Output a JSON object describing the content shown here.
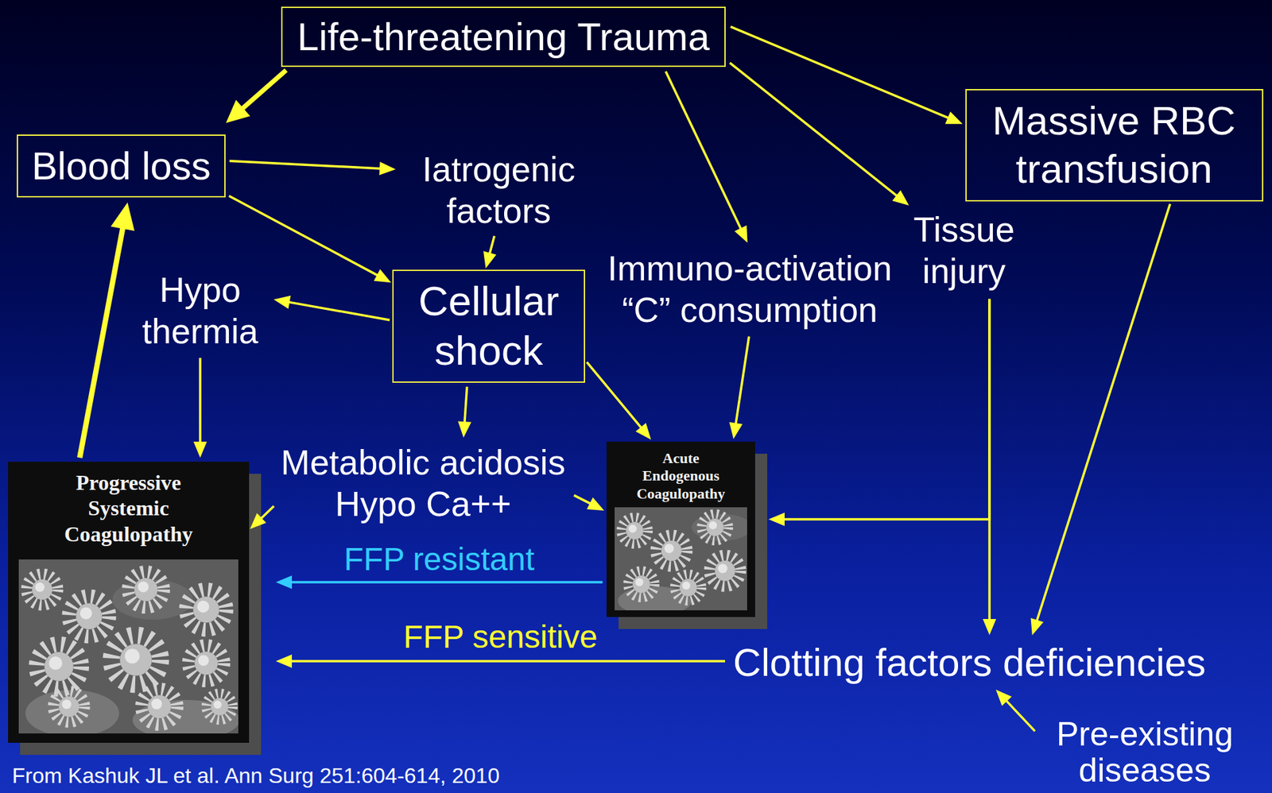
{
  "diagram": {
    "caption": "From Kashuk JL et al. Ann Surg 251:604-614, 2010",
    "nodes": [
      {
        "text": [
          "Life-threatening Trauma"
        ]
      },
      {
        "text": [
          "Blood loss"
        ]
      },
      {
        "text": [
          "Iatrogenic factors"
        ]
      },
      {
        "text": [
          "Massive RBC transfusion"
        ]
      },
      {
        "text": [
          "Immuno-activation “C” consumption"
        ]
      },
      {
        "text": [
          "Tissue injury"
        ]
      },
      {
        "text": [
          "Hypo thermia"
        ]
      },
      {
        "text": [
          "Cellular shock"
        ]
      },
      {
        "text": [
          "Metabolic acidosis Hypo Ca++"
        ]
      },
      {
        "text": [
          "Progressive Systemic Coagulopathy"
        ]
      },
      {
        "text": [
          "Acute Endogenous Coagulopathy"
        ]
      },
      {
        "text": [
          "Clotting factors deficiencies"
        ]
      },
      {
        "text": [
          "Pre-existing diseases"
        ]
      }
    ],
    "edges": [
      {
        "from": 0,
        "to": 1,
        "arrow": "to"
      },
      {
        "from": 0,
        "to": 4,
        "arrow": "to"
      },
      {
        "from": 0,
        "to": 5,
        "arrow": "to"
      },
      {
        "from": 0,
        "to": 3,
        "arrow": "to"
      },
      {
        "from": 1,
        "to": 2,
        "arrow": "to"
      },
      {
        "from": 1,
        "to": 7,
        "arrow": "to"
      },
      {
        "from": 2,
        "to": 7,
        "arrow": "to"
      },
      {
        "from": 7,
        "to": 6,
        "arrow": "to"
      },
      {
        "from": 6,
        "to": 9,
        "arrow": "to"
      },
      {
        "from": 7,
        "to": 8,
        "arrow": "to"
      },
      {
        "from": 8,
        "to": 9,
        "arrow": "to"
      },
      {
        "from": 8,
        "to": 10,
        "arrow": "to"
      },
      {
        "from": 7,
        "to": 10,
        "arrow": "to"
      },
      {
        "from": 4,
        "to": 10,
        "arrow": "to"
      },
      {
        "from": 5,
        "to": 10,
        "arrow": "to"
      },
      {
        "from": 5,
        "to": 11,
        "arrow": "to"
      },
      {
        "from": 3,
        "to": 11,
        "arrow": "to"
      },
      {
        "from": 10,
        "to": 9,
        "label": "FFP resistant",
        "arrow": "to"
      },
      {
        "from": 11,
        "to": 9,
        "label": "FFP sensitive",
        "arrow": "to"
      },
      {
        "from": 12,
        "to": 11,
        "arrow": "to"
      },
      {
        "from": 9,
        "to": 1,
        "arrow": "to"
      }
    ]
  }
}
